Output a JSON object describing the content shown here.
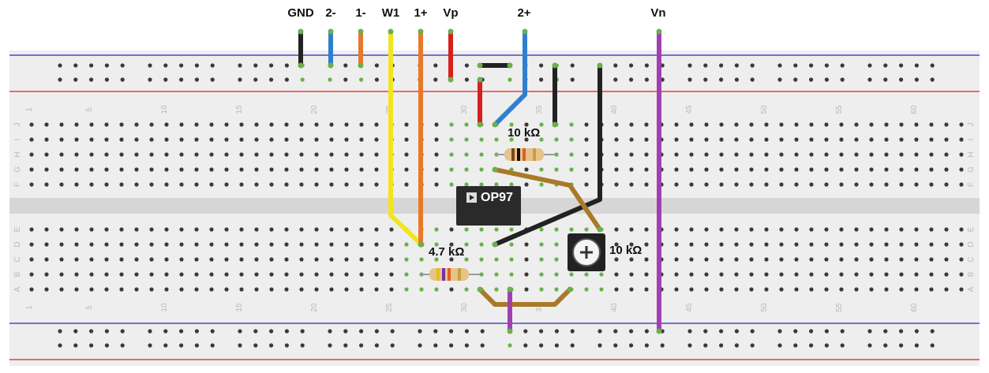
{
  "signal_labels": [
    {
      "id": "gnd",
      "text": "GND",
      "col": 19
    },
    {
      "id": "2-",
      "text": "2-",
      "col": 21
    },
    {
      "id": "1-",
      "text": "1-",
      "col": 23
    },
    {
      "id": "w1",
      "text": "W1",
      "col": 25
    },
    {
      "id": "1+",
      "text": "1+",
      "col": 27
    },
    {
      "id": "vp",
      "text": "Vp",
      "col": 29
    },
    {
      "id": "2+",
      "text": "2+",
      "col": 35
    },
    {
      "id": "vn",
      "text": "Vn",
      "col": 44
    }
  ],
  "components": {
    "opamp_label": "OP97",
    "resistor_top_label": "10 kΩ",
    "resistor_bottom_label": "4.7 kΩ",
    "potentiometer_label": "10 kΩ"
  },
  "column_numbers": [
    "1",
    "5",
    "10",
    "15",
    "20",
    "25",
    "30",
    "35",
    "40",
    "45",
    "50",
    "55",
    "60"
  ],
  "row_letters_top": [
    "J",
    "I",
    "H",
    "G",
    "F"
  ],
  "row_letters_bottom": [
    "E",
    "D",
    "C",
    "B",
    "A"
  ],
  "colors": {
    "board": "#eeeeee",
    "rail_red": "#e04040",
    "rail_blue": "#4848c8",
    "hole": "#3a3a3a",
    "hole_active": "#6ab04c",
    "wire_black": "#222222",
    "wire_blue": "#2f7fd0",
    "wire_orange": "#e8782a",
    "wire_yellow": "#f2e51f",
    "wire_red": "#d62020",
    "wire_purple": "#a040b0",
    "wire_brown": "#a87a28"
  }
}
